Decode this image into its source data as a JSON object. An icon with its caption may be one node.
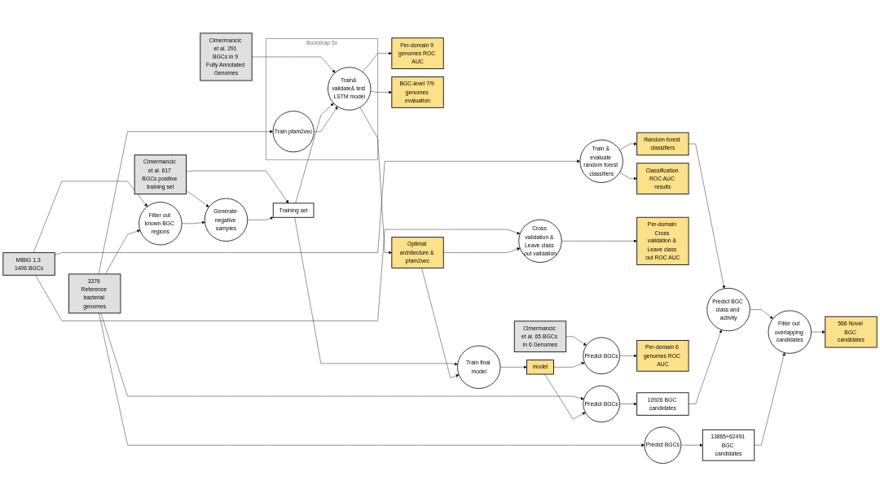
{
  "diagram": {
    "nodes": [
      {
        "text": [
          "MIBiG 1.3 1406 BGCs"
        ]
      },
      {
        "text": [
          "Cimermancic et al. 291 BGCs in 9 Fully Annotated Genomes"
        ]
      },
      {
        "text": [
          "Cimermancic et al. 617 BGCs positive training set"
        ]
      },
      {
        "text": [
          "Training set"
        ]
      },
      {
        "text": [
          "Generate negative samples"
        ]
      },
      {
        "text": [
          "Filter out known BGC regions"
        ]
      },
      {
        "text": [
          "3376 Reference bacterial genomes"
        ]
      },
      {
        "text": [
          "Bootstrap 5x"
        ]
      },
      {
        "text": [
          "Train& validate& test LSTM model"
        ],
        "in": 7
      },
      {
        "text": [
          "Train pfam2vec"
        ],
        "in": 7
      },
      {
        "text": [
          "Per-domain 9 genomes ROC AUC"
        ]
      },
      {
        "text": [
          "BGC-level 7/9 genomes evaluation"
        ]
      },
      {
        "text": [
          "Optimal architecture & pfam2vec"
        ]
      },
      {
        "text": [
          "Train & evaluate random forest classifiers"
        ]
      },
      {
        "text": [
          "Cross validation & Leave class out validation"
        ]
      },
      {
        "text": [
          "Random forest classifiers"
        ]
      },
      {
        "text": [
          "Classification ROC AUC results"
        ]
      },
      {
        "text": [
          "Per-domain Cross validation & Leave class out ROC AUC"
        ]
      },
      {
        "text": [
          "Cimermancic et al. 65 BGCs in 6 Genomes"
        ]
      },
      {
        "text": [
          "Predict BGCs"
        ]
      },
      {
        "text": [
          "Per-domain 6 genomes ROC AUC"
        ]
      },
      {
        "text": [
          "Train final model"
        ]
      },
      {
        "text": [
          "model"
        ]
      },
      {
        "text": [
          "Predict BGCs"
        ]
      },
      {
        "text": [
          "10926 BGC candidates"
        ]
      },
      {
        "text": [
          "Predict BGC class and activity"
        ]
      },
      {
        "text": [
          "Predict BGCs"
        ]
      },
      {
        "text": [
          "13865+62491 BGC candidates"
        ]
      },
      {
        "text": [
          "Filter out overlapping candidates"
        ]
      },
      {
        "text": [
          "566 Novel BGC candidates"
        ]
      }
    ],
    "edges": [
      {
        "from": 0,
        "to": 13,
        "arrow": "to"
      },
      {
        "from": 0,
        "to": 14,
        "arrow": "to"
      },
      {
        "from": 0,
        "to": 5,
        "arrow": "to"
      },
      {
        "from": 1,
        "to": 8,
        "arrow": "to"
      },
      {
        "from": 2,
        "to": 3,
        "arrow": "to"
      },
      {
        "from": 2,
        "to": 4,
        "arrow": "to"
      },
      {
        "from": 5,
        "to": 4,
        "arrow": "to"
      },
      {
        "from": 4,
        "to": 3,
        "arrow": "to"
      },
      {
        "from": 3,
        "to": 8,
        "arrow": "to"
      },
      {
        "from": 3,
        "to": 21,
        "arrow": "to"
      },
      {
        "from": 9,
        "to": 8,
        "arrow": "to"
      },
      {
        "from": 6,
        "to": 5,
        "arrow": "to"
      },
      {
        "from": 6,
        "to": 9,
        "arrow": "to"
      },
      {
        "from": 6,
        "to": 23,
        "arrow": "to"
      },
      {
        "from": 6,
        "to": 26,
        "arrow": "to"
      },
      {
        "from": 8,
        "to": 10,
        "arrow": "to"
      },
      {
        "from": 8,
        "to": 11,
        "arrow": "to"
      },
      {
        "from": 8,
        "to": 12,
        "arrow": "to"
      },
      {
        "from": 12,
        "to": 14,
        "arrow": "to"
      },
      {
        "from": 12,
        "to": 21,
        "arrow": "to"
      },
      {
        "from": 13,
        "to": 15,
        "arrow": "to"
      },
      {
        "from": 13,
        "to": 16,
        "arrow": "to"
      },
      {
        "from": 14,
        "to": 17,
        "arrow": "to"
      },
      {
        "from": 15,
        "to": 25,
        "arrow": "to"
      },
      {
        "from": 18,
        "to": 19,
        "arrow": "to"
      },
      {
        "from": 19,
        "to": 20,
        "arrow": "to"
      },
      {
        "from": 22,
        "to": 19,
        "arrow": "to"
      },
      {
        "from": 21,
        "to": 22,
        "arrow": "to"
      },
      {
        "from": 22,
        "to": 23,
        "arrow": "to"
      },
      {
        "from": 23,
        "to": 24,
        "arrow": "to"
      },
      {
        "from": 24,
        "to": 25,
        "arrow": "to"
      },
      {
        "from": 25,
        "to": 28,
        "arrow": "to"
      },
      {
        "from": 26,
        "to": 27,
        "arrow": "to"
      },
      {
        "from": 27,
        "to": 28,
        "arrow": "to"
      },
      {
        "from": 28,
        "to": 29,
        "arrow": "to"
      }
    ]
  }
}
